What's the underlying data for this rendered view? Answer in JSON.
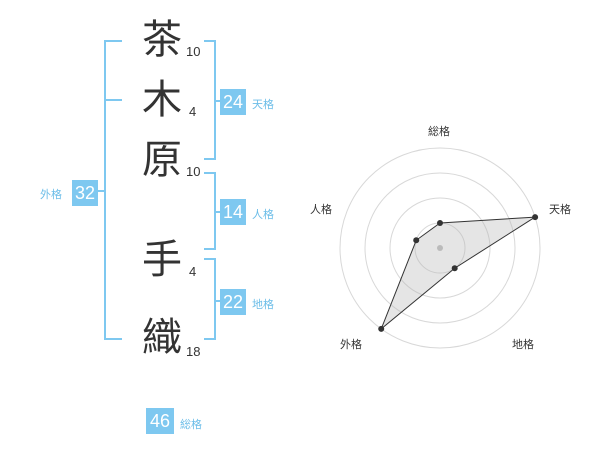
{
  "name": {
    "chars": [
      {
        "char": "茶",
        "strokes": "10"
      },
      {
        "char": "木",
        "strokes": "4"
      },
      {
        "char": "原",
        "strokes": "10"
      },
      {
        "char": "手",
        "strokes": "4"
      },
      {
        "char": "織",
        "strokes": "18"
      }
    ]
  },
  "fortunes": {
    "tenkaku": {
      "value": "24",
      "label": "天格"
    },
    "jinkaku": {
      "value": "14",
      "label": "人格"
    },
    "chikaku": {
      "value": "22",
      "label": "地格"
    },
    "gaikaku": {
      "value": "32",
      "label": "外格"
    },
    "soukaku": {
      "value": "46",
      "label": "総格"
    }
  },
  "chart_data": {
    "type": "radar",
    "axes": [
      "総格",
      "天格",
      "地格",
      "外格",
      "人格"
    ],
    "values": [
      0.25,
      1.0,
      0.25,
      1.0,
      0.25
    ],
    "rings": 4,
    "accent": "#7ec8f0"
  }
}
